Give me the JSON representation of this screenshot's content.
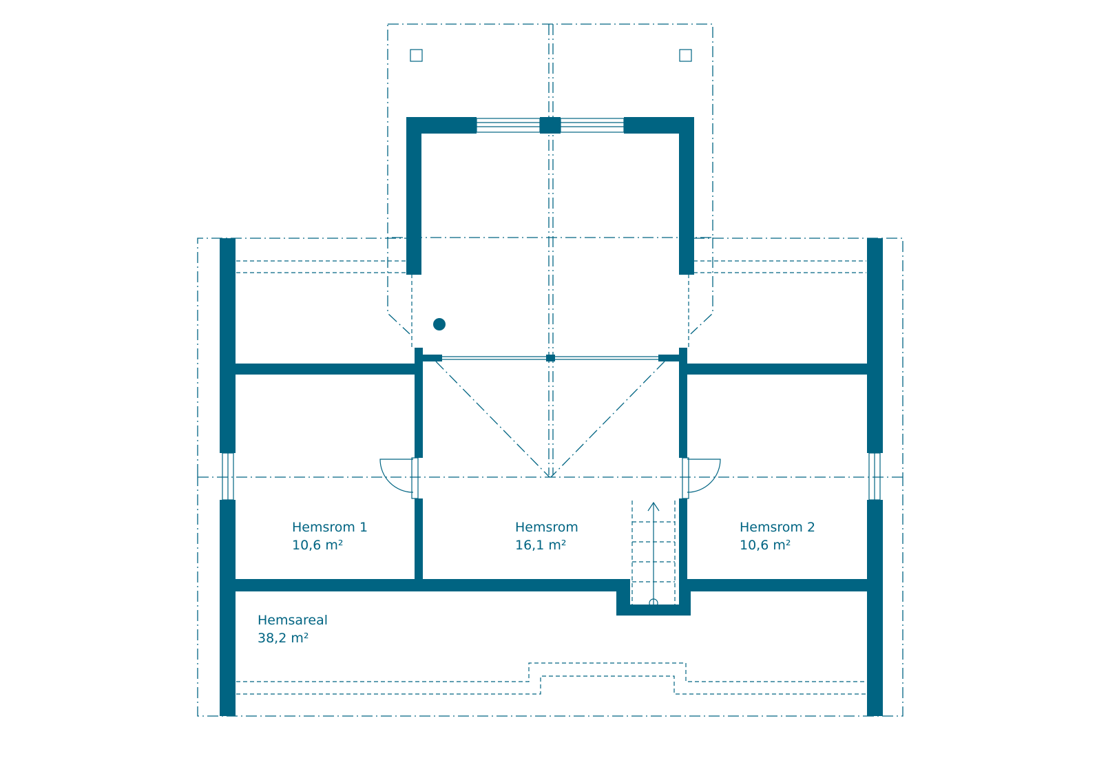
{
  "colors": {
    "wall": "#006482",
    "background": "#ffffff"
  },
  "rooms": [
    {
      "id": "hemsrom-1",
      "name": "Hemsrom 1",
      "area": "10,6 m²"
    },
    {
      "id": "hemsrom",
      "name": "Hemsrom",
      "area": "16,1 m²"
    },
    {
      "id": "hemsrom-2",
      "name": "Hemsrom 2",
      "area": "10,6 m²"
    },
    {
      "id": "hemsareal",
      "name": "Hemsareal",
      "area": "38,2 m²"
    }
  ]
}
